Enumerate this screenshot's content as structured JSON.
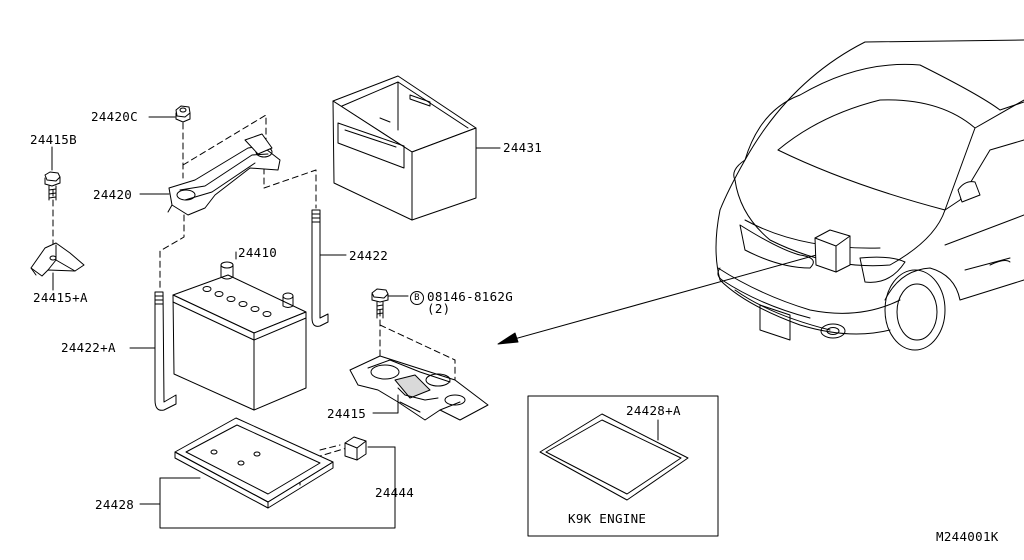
{
  "labels": {
    "p24420C": "24420C",
    "p24415B": "24415B",
    "p24420": "24420",
    "p24415A": "24415+A",
    "p24431": "24431",
    "p24410": "24410",
    "p24422": "24422",
    "p24422A": "24422+A",
    "bolt_symbol": "B",
    "bolt_number": "08146-8162G",
    "bolt_qty": "(2)",
    "p24415": "24415",
    "p24428A": "24428+A",
    "p24428": "24428",
    "p24444": "24444",
    "engine_note": "K9K ENGINE",
    "diagram_code": "M244001K"
  }
}
